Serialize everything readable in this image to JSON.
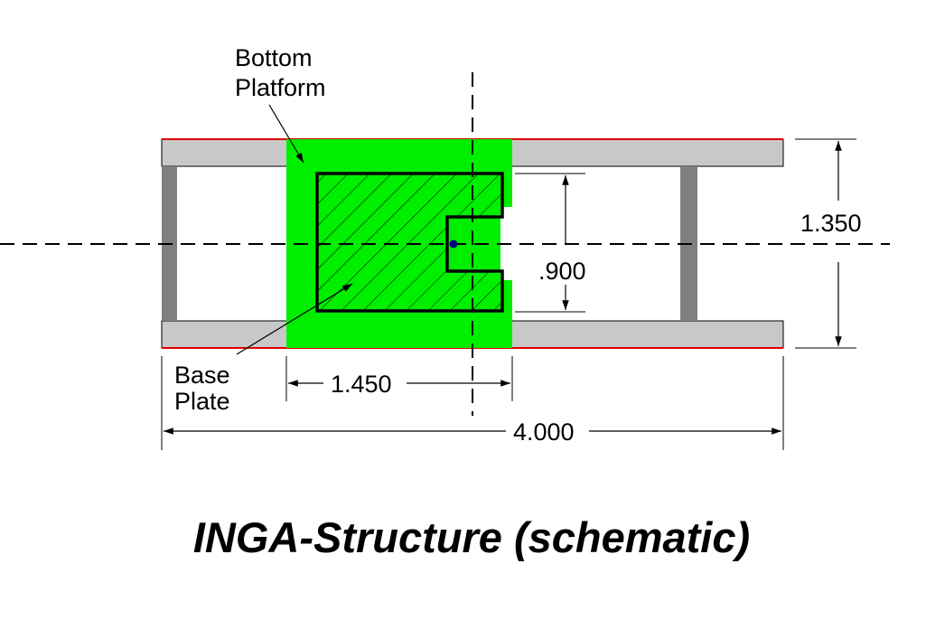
{
  "diagram": {
    "title": "INGA-Structure (schematic)",
    "labels": {
      "bottom_platform_line1": "Bottom",
      "bottom_platform_line2": "Platform",
      "base_plate_line1": "Base",
      "base_plate_line2": "Plate"
    },
    "dimensions": {
      "height": "1.350",
      "inner_gap": ".900",
      "platform_width": "1.450",
      "total_width": "4.000"
    },
    "colors": {
      "platform": "#00ee00",
      "rail": "#c8c8c8",
      "post": "#7f7f7f",
      "rail_edge": "#e00000",
      "center_dot": "#00007a"
    }
  }
}
